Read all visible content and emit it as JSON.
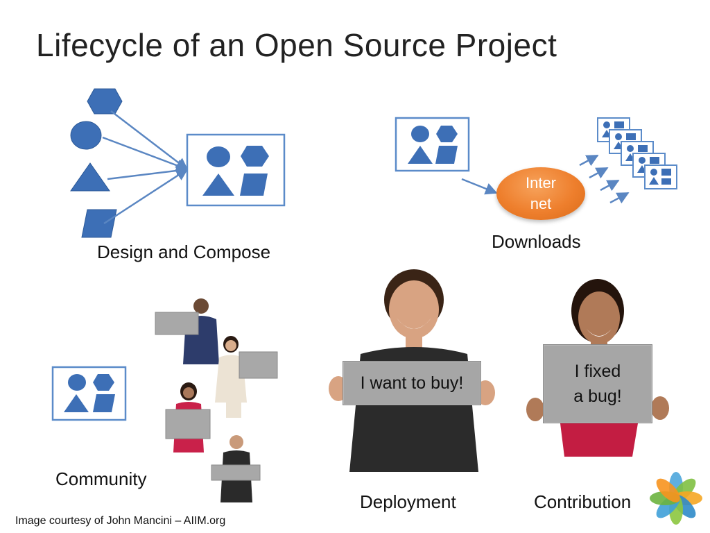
{
  "slide": {
    "title": "Lifecycle of an Open Source Project",
    "credit": "Image courtesy of John Mancini – AIIM.org"
  },
  "panels": {
    "design": {
      "label": "Design and Compose"
    },
    "downloads": {
      "label": "Downloads",
      "internet_lines": [
        "Inter",
        "net"
      ]
    },
    "community": {
      "label": "Community"
    },
    "deployment": {
      "label": "Deployment",
      "sign_text": "I want to buy!"
    },
    "contribution": {
      "label": "Contribution",
      "sign_lines": [
        "I fixed",
        "a bug!"
      ]
    }
  },
  "colors": {
    "shape_blue": "#3d6fb6",
    "frame_blue": "#5b8bc9",
    "arrow_blue": "#5a86c2",
    "internet_orange": "#ee7f2d",
    "sign_gray": "#a6a6a6"
  }
}
